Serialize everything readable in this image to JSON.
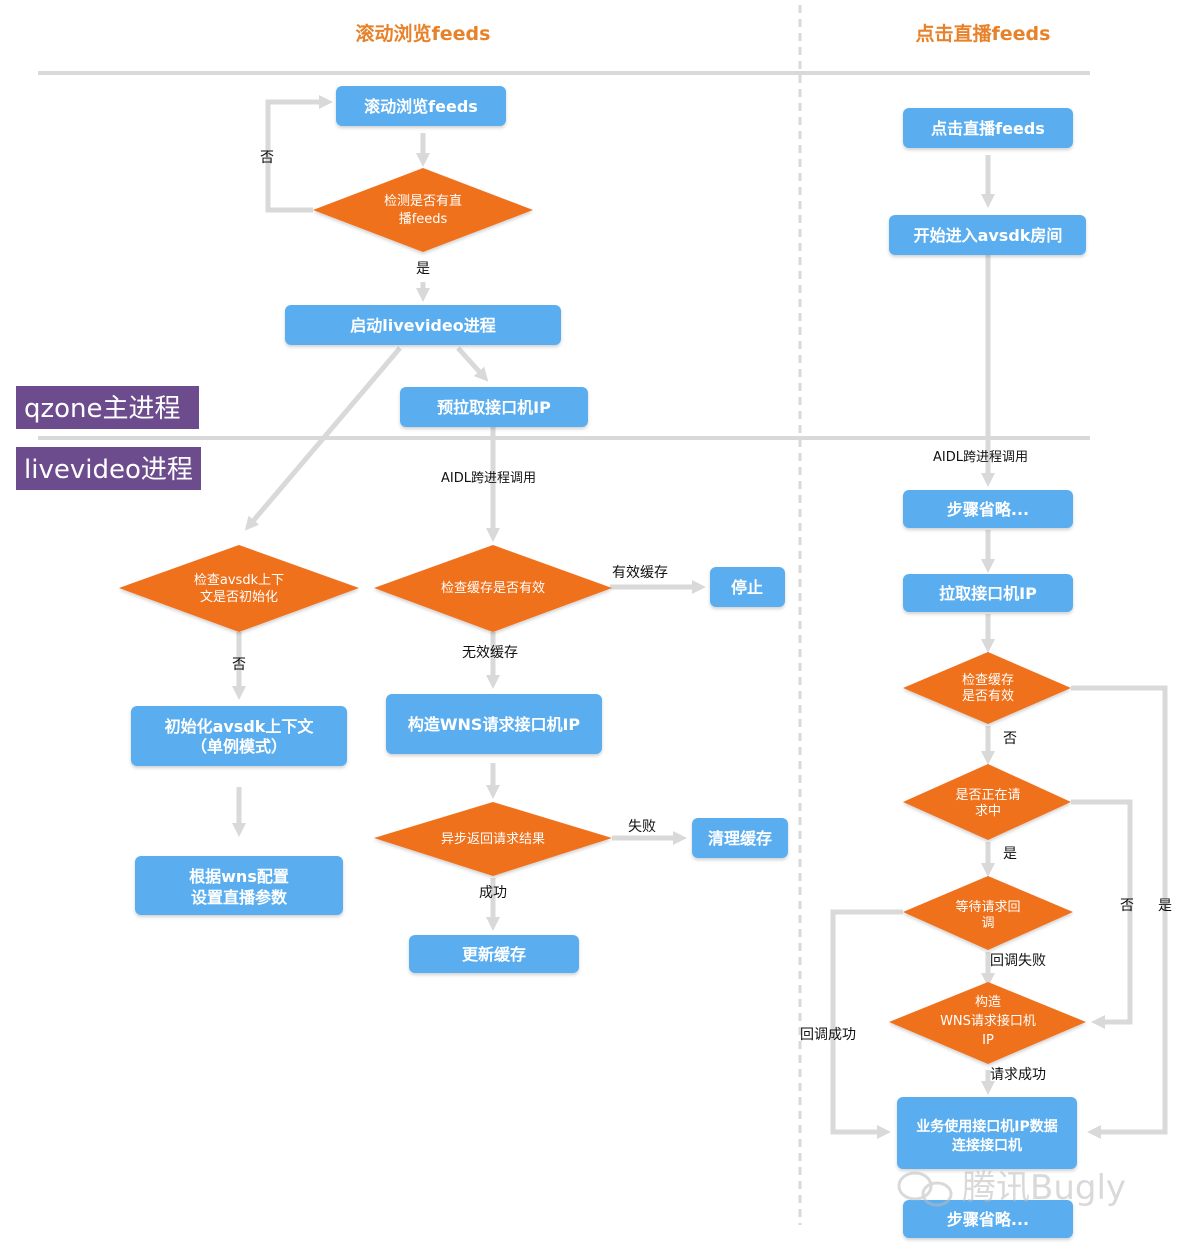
{
  "lanes": {
    "left_title": "滚动浏览feeds",
    "right_title": "点击直播feeds"
  },
  "process_labels": {
    "main": "qzone主进程",
    "live": "livevideo进程"
  },
  "colors": {
    "box": "#5aaef0",
    "diamond": "#f0711f",
    "arrow": "#d9d9d9",
    "title": "#e8822a",
    "process_label": "#6d4c8e"
  },
  "nodes": {
    "scroll_feeds": "滚动浏览feeds",
    "detect_live": [
      "检测是否有直",
      "播feeds"
    ],
    "start_livevideo": "启动livevideo进程",
    "prefetch_ip": "预拉取接口机IP",
    "check_avsdk": [
      "检查avsdk上下",
      "文是否初始化"
    ],
    "init_avsdk": [
      "初始化avsdk上下文",
      "（单例模式）"
    ],
    "set_params": [
      "根据wns配置",
      "设置直播参数"
    ],
    "check_cache_left": "检查缓存是否有效",
    "stop": "停止",
    "build_wns_left": "构造WNS请求接口机IP",
    "async_result": "异步返回请求结果",
    "clear_cache": "清理缓存",
    "update_cache": "更新缓存",
    "click_live": "点击直播feeds",
    "enter_room": "开始进入avsdk房间",
    "steps_omitted_1": "步骤省略...",
    "pull_ip": "拉取接口机IP",
    "check_cache_right": [
      "检查缓存",
      "是否有效"
    ],
    "requesting": [
      "是否正在请",
      "求中"
    ],
    "wait_callback": [
      "等待请求回",
      "调"
    ],
    "build_wns_right": [
      "构造",
      "WNS请求接口机",
      "IP"
    ],
    "use_ip": [
      "业务使用接口机IP数据",
      "连接接口机"
    ],
    "steps_omitted_2": "步骤省略..."
  },
  "edge_labels": {
    "no_loop": "否",
    "yes_detect": "是",
    "aidl_left": "AIDL跨进程调用",
    "aidl_right": "AIDL跨进程调用",
    "valid_cache": "有效缓存",
    "invalid_cache": "无效缓存",
    "no_init": "否",
    "fail": "失败",
    "success": "成功",
    "no_cache_right": "否",
    "yes_requesting": "是",
    "callback_fail": "回调失败",
    "callback_success": "回调成功",
    "request_success": "请求成功",
    "no_right": "否",
    "yes_right": "是"
  },
  "watermark": "腾讯Bugly"
}
